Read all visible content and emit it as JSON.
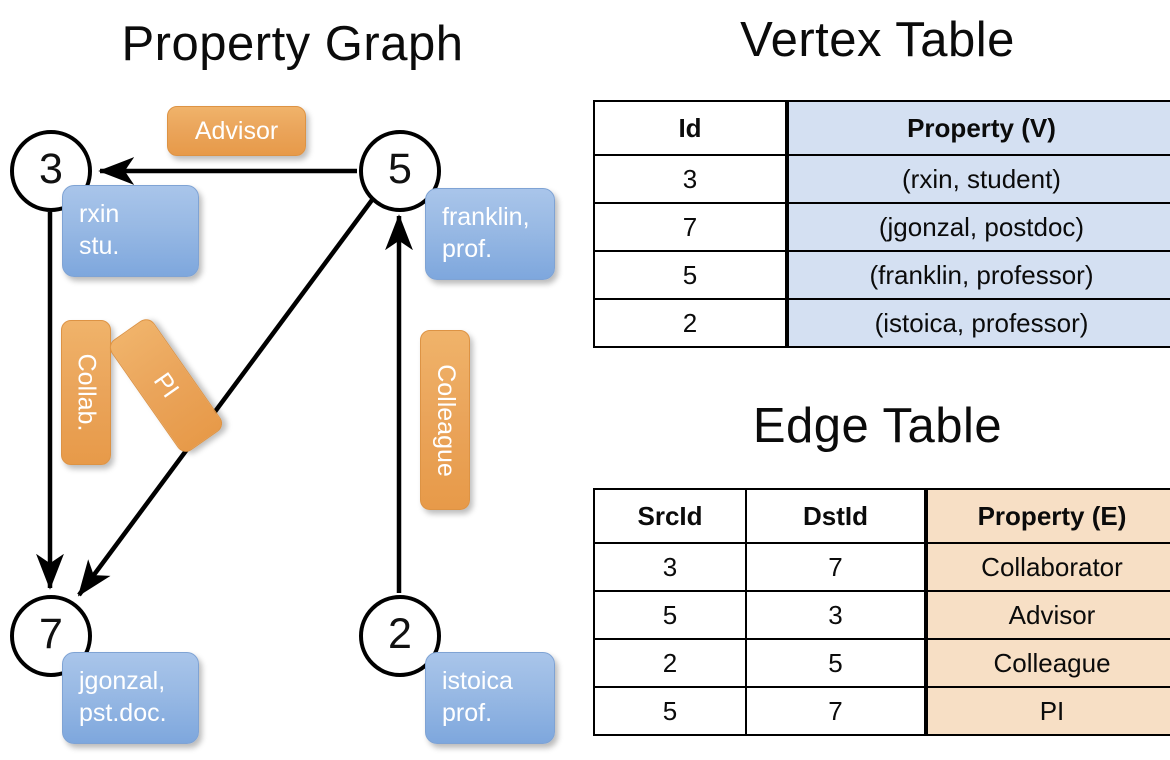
{
  "titles": {
    "property_graph": "Property Graph",
    "vertex_table": "Vertex Table",
    "edge_table": "Edge Table"
  },
  "colors": {
    "vertex_property_fill": "#d4e0f2",
    "edge_property_fill": "#f7dfc5",
    "callout_blue": "#8fb3e3",
    "chip_orange": "#eaa45a",
    "stroke": "#000000"
  },
  "graph": {
    "nodes": [
      {
        "id": "3",
        "label": "3",
        "property_lines": [
          "rxin",
          "stu."
        ]
      },
      {
        "id": "5",
        "label": "5",
        "property_lines": [
          "franklin,",
          "prof."
        ]
      },
      {
        "id": "7",
        "label": "7",
        "property_lines": [
          "jgonzal,",
          "pst.doc."
        ]
      },
      {
        "id": "2",
        "label": "2",
        "property_lines": [
          "istoica",
          "prof."
        ]
      }
    ],
    "edge_labels": [
      {
        "name": "advisor",
        "text": "Advisor",
        "from": "5",
        "to": "3",
        "orientation": "horizontal"
      },
      {
        "name": "collab",
        "text": "Collab.",
        "from": "3",
        "to": "7",
        "orientation": "vertical"
      },
      {
        "name": "pi",
        "text": "PI",
        "from": "5",
        "to": "7",
        "orientation": "diagonal"
      },
      {
        "name": "colleague",
        "text": "Colleague",
        "from": "2",
        "to": "5",
        "orientation": "vertical"
      }
    ]
  },
  "vertex_table": {
    "headers": [
      "Id",
      "Property (V)"
    ],
    "rows": [
      {
        "id": "3",
        "property": "(rxin, student)"
      },
      {
        "id": "7",
        "property": "(jgonzal, postdoc)"
      },
      {
        "id": "5",
        "property": "(franklin, professor)"
      },
      {
        "id": "2",
        "property": "(istoica, professor)"
      }
    ]
  },
  "edge_table": {
    "headers": [
      "SrcId",
      "DstId",
      "Property (E)"
    ],
    "rows": [
      {
        "src": "3",
        "dst": "7",
        "property": "Collaborator"
      },
      {
        "src": "5",
        "dst": "3",
        "property": "Advisor"
      },
      {
        "src": "2",
        "dst": "5",
        "property": "Colleague"
      },
      {
        "src": "5",
        "dst": "7",
        "property": "PI"
      }
    ]
  }
}
